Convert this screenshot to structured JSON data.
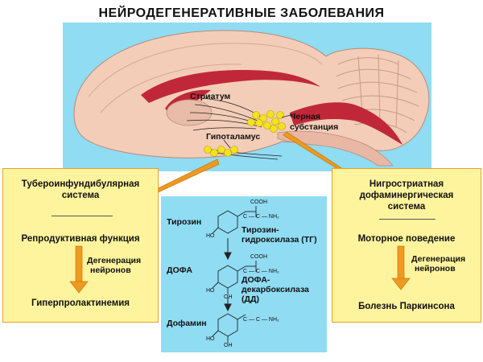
{
  "title": "НЕЙРОДЕГЕНЕРАТИВНЫЕ ЗАБОЛЕВАНИЯ",
  "brain": {
    "striatum": "Стриатум",
    "substantia_line1": "Черная",
    "substantia_line2": "субстанция",
    "hypothalamus": "Гипоталамус"
  },
  "left_box": {
    "title_line1": "Тубероинфундибулярная",
    "title_line2": "система",
    "function": "Репродуктивная функция",
    "degeneration_line1": "Дегенерация",
    "degeneration_line2": "нейронов",
    "disease": "Гиперпролактинемия"
  },
  "right_box": {
    "title_line1": "Нигростриатная",
    "title_line2": "дофаминергическая",
    "title_line3": "система",
    "function": "Моторное поведение",
    "degeneration_line1": "Дегенерация",
    "degeneration_line2": "нейронов",
    "disease": "Болезнь Паркинсона"
  },
  "pathway": {
    "tyrosine": "Тирозин",
    "enzyme1_line1": "Тирозин-",
    "enzyme1_line2": "гидроксилаза (ТГ)",
    "dopa": "ДОФА",
    "enzyme2_line1": "ДОФА-",
    "enzyme2_line2": "декарбоксилаза",
    "enzyme2_line3": "(ДД)",
    "dopamine": "Дофамин",
    "cooh": "COOH",
    "nh2": "NH₂",
    "ho": "HO",
    "oh": "OH",
    "group": "C — C — NH₂"
  },
  "colors": {
    "box_fill": "#fff49e",
    "box_border": "#e8a030",
    "arrow": "#ee9a20",
    "cyan": "#8fdcf3",
    "brain": "#f3cdb8",
    "ventricle": "#c0283a",
    "neuron": "#f4e21c"
  }
}
